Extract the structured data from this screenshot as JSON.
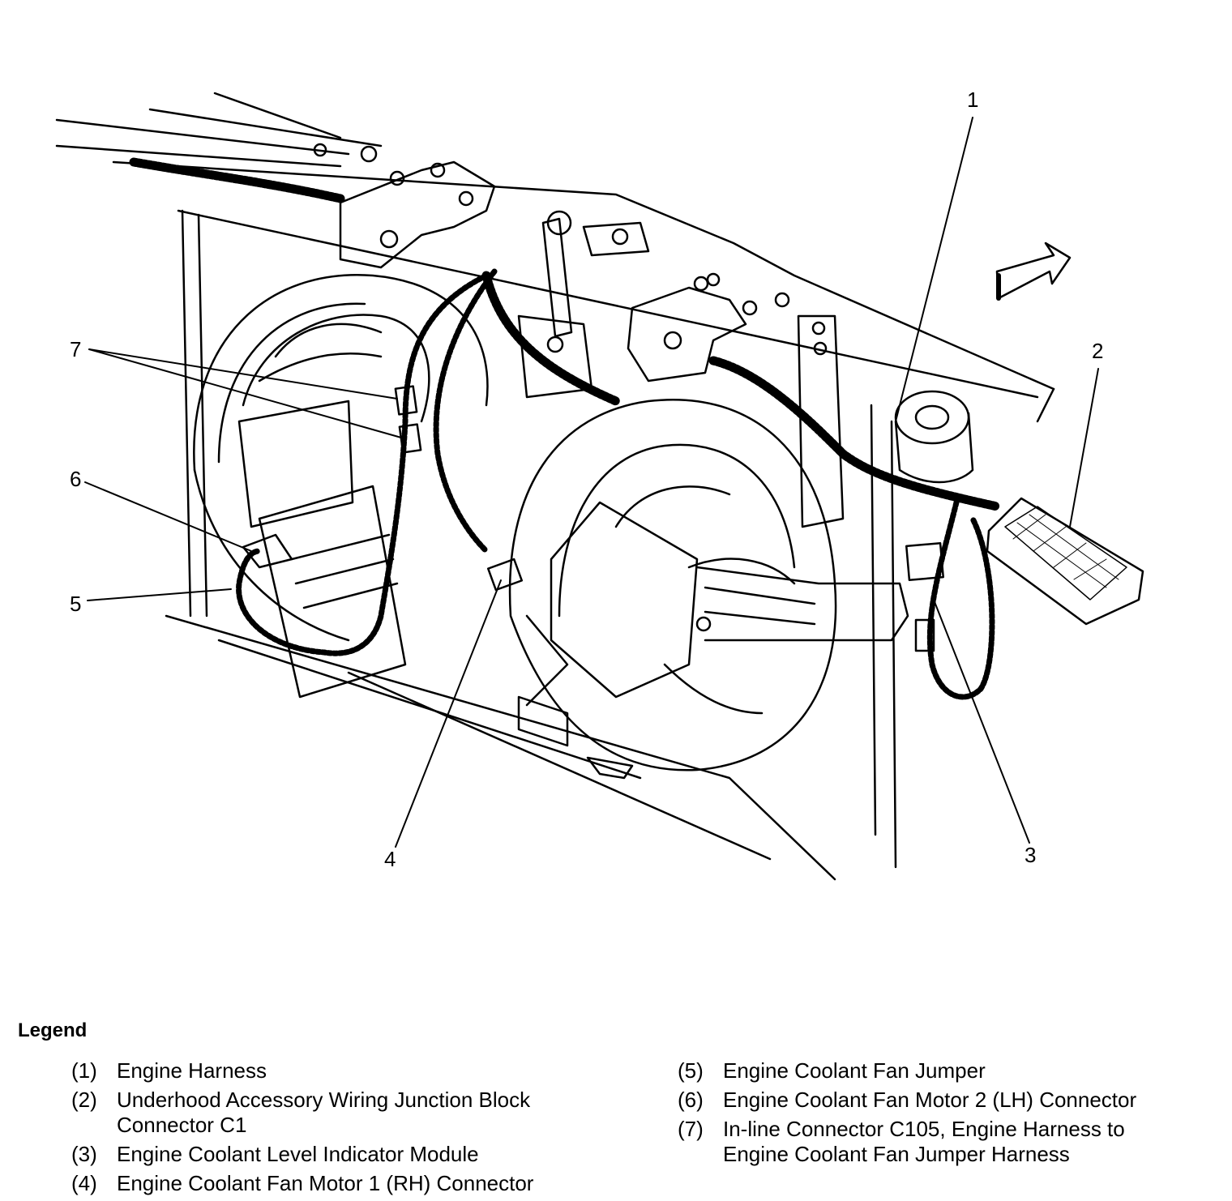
{
  "callouts": [
    "1",
    "2",
    "3",
    "4",
    "5",
    "6",
    "7"
  ],
  "legend": {
    "title": "Legend",
    "items": [
      {
        "num": "(1)",
        "text": "Engine Harness"
      },
      {
        "num": "(2)",
        "text": "Underhood Accessory Wiring Junction Block Connector C1"
      },
      {
        "num": "(3)",
        "text": "Engine Coolant Level Indicator Module"
      },
      {
        "num": "(4)",
        "text": "Engine Coolant Fan Motor 1 (RH) Connector"
      },
      {
        "num": "(5)",
        "text": "Engine Coolant Fan Jumper"
      },
      {
        "num": "(6)",
        "text": "Engine Coolant Fan Motor 2 (LH) Connector"
      },
      {
        "num": "(7)",
        "text": "In-line Connector C105, Engine Harness to Engine Coolant Fan Jumper Harness"
      }
    ]
  }
}
